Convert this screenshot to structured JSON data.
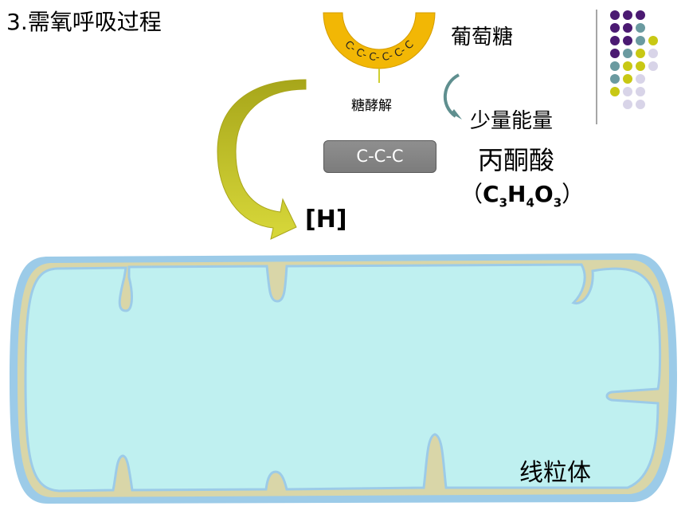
{
  "title": "3.需氧呼吸过程",
  "glucose": {
    "label": "葡萄糖",
    "chain": "C- C- C- C- C- C"
  },
  "glycolysis": {
    "label": "糖酵解"
  },
  "energy": {
    "label": "少量能量"
  },
  "pyruvate": {
    "box_text": "C-C-C",
    "name": "丙酮酸",
    "formula": {
      "open": "（",
      "c": "C",
      "c_sub": "3",
      "h": "H",
      "h_sub": "4",
      "o": "O",
      "o_sub": "3",
      "close": "）"
    }
  },
  "hydrogen": {
    "label": "[H]"
  },
  "mitochondrion": {
    "label": "线粒体"
  },
  "colors": {
    "glucose_ring": "#f2b705",
    "glycolysis_arrow": "#c9c21a",
    "energy_arrow": "#5f8f8f",
    "membrane_outer": "#9ccbe8",
    "intermembrane": "#d9d6a8",
    "matrix": "#bff0f0",
    "dot_purple": "#4b1a72",
    "dot_teal": "#6a9aa0",
    "dot_yellow": "#c8c814",
    "dot_lavender": "#d8d4e8"
  }
}
